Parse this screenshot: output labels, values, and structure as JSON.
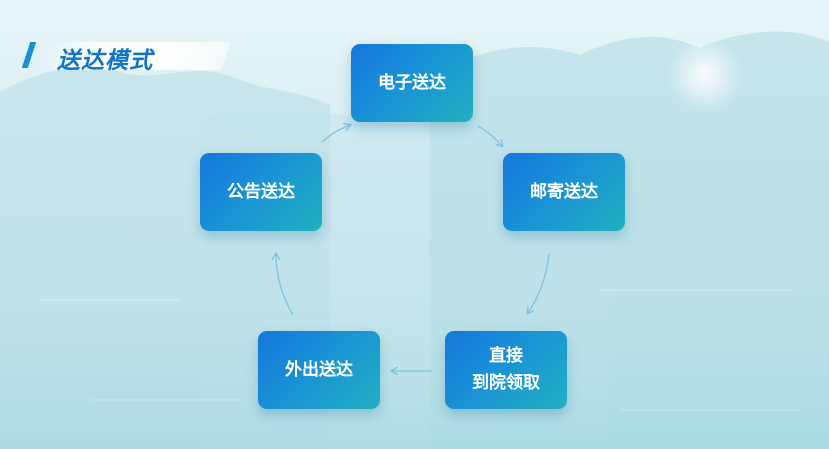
{
  "title": "送达模式",
  "nodes": {
    "electronic": "电子送达",
    "mail": "邮寄送达",
    "direct_line1": "直接",
    "direct_line2": "到院领取",
    "external": "外出送达",
    "notice": "公告送达"
  },
  "colors": {
    "node_gradient_start": "#1576dc",
    "node_gradient_end": "#21b0bf",
    "title": "#0f73c6",
    "arrow": "#7ec4dd"
  }
}
